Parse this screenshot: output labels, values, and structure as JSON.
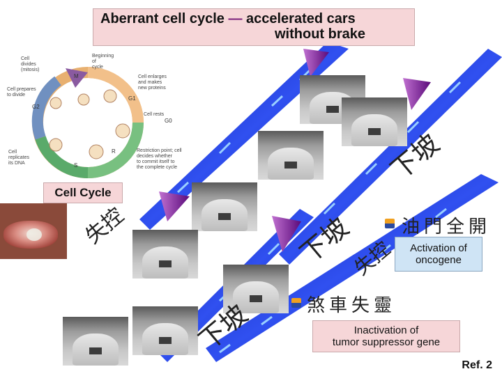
{
  "title": {
    "line1": "Aberrant cell cycle",
    "dash": "—",
    "line1_rest": "accelerated cars",
    "line2": "without brake"
  },
  "cycle_diagram": {
    "texts": {
      "divides": [
        "Cell",
        "divides",
        "(mitosis)"
      ],
      "beginning": [
        "Beginning",
        "of",
        "cycle"
      ],
      "enlarges": [
        "Cell enlarges",
        "and makes",
        "new proteins"
      ],
      "prepares": [
        "Cell prepares",
        "to divide"
      ],
      "rests": "Cell rests",
      "replicates": [
        "Cell",
        "replicates",
        "its DNA"
      ],
      "restriction": [
        "Restriction point; cell",
        "decides whether",
        "to commit itself to",
        "the complete cycle"
      ]
    },
    "phases": {
      "m": "M",
      "g1": "G1",
      "g2": "G2",
      "g0": "G0",
      "s": "S",
      "r": "R"
    }
  },
  "cycle_label": "Cell Cycle",
  "cjk": {
    "lose_control_left": [
      "失",
      "控"
    ],
    "downhill_top": [
      "下",
      "坡"
    ],
    "downhill_mid": [
      "下",
      "坡"
    ],
    "lose_control_mid": [
      "失",
      "控"
    ],
    "downhill_bottom": [
      "下",
      "坡"
    ]
  },
  "bullets": {
    "accelerate": "油門全開",
    "brake_fail": "煞車失靈"
  },
  "boxes": {
    "oncogene": [
      "Activation of",
      "oncogene"
    ],
    "suppressor": [
      "Inactivation of",
      "tumor suppressor gene"
    ]
  },
  "reference": "Ref. 2",
  "colors": {
    "title_bg": "#f6d6d8",
    "info_bg": "#cfe4f5",
    "road": "#1a2bd0",
    "arrow": "#8a2aa0"
  }
}
